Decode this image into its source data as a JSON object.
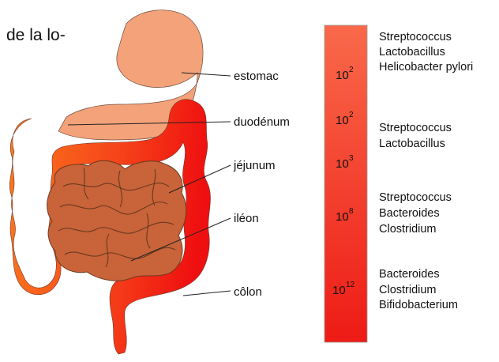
{
  "caption_fragment": "de la lo-",
  "organs": {
    "stomach": "estomac",
    "duodenum": "duodénum",
    "jejunum": "jéjunum",
    "ileum": "iléon",
    "colon": "côlon"
  },
  "counts": [
    {
      "base": "10",
      "exp": "2"
    },
    {
      "base": "10",
      "exp": "2"
    },
    {
      "base": "10",
      "exp": "3"
    },
    {
      "base": "10",
      "exp": "8"
    },
    {
      "base": "10",
      "exp": "12"
    }
  ],
  "bacteria_groups": [
    [
      "Streptococcus",
      "Lactobacillus",
      "Helicobacter pylori"
    ],
    [
      "Streptococcus",
      "Lactobacillus"
    ],
    [
      "Streptococcus",
      "Bacteroides",
      "Clostridium"
    ],
    [
      "Bacteroides",
      "Clostridium",
      "Bifidobacterium"
    ]
  ],
  "colors": {
    "stomach": "#f4a27a",
    "intestine_light": "#fb7a1e",
    "intestine_dark": "#ef1210",
    "small_intestine": "#c8633a",
    "gradient_top": "#f9694a",
    "gradient_bottom": "#ee1b15"
  }
}
